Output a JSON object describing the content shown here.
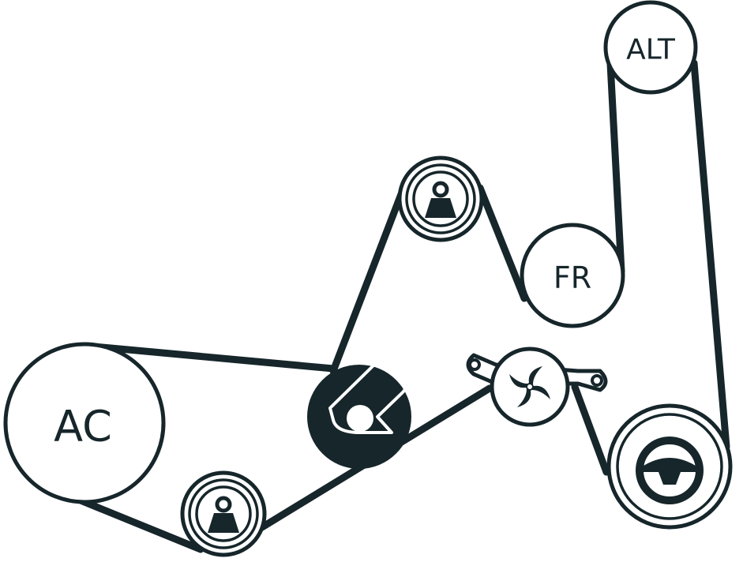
{
  "diagram": {
    "labels": {
      "alt": "ALT",
      "fr": "FR",
      "ac": "AC"
    },
    "icons": {
      "idler_top": "weight-icon",
      "idler_bottom": "weight-icon",
      "tensioner": "tensioner-icon",
      "fan": "fan-icon",
      "power_steering": "steering-wheel-icon"
    },
    "colors": {
      "ink": "#16262b",
      "background": "#ffffff"
    }
  }
}
